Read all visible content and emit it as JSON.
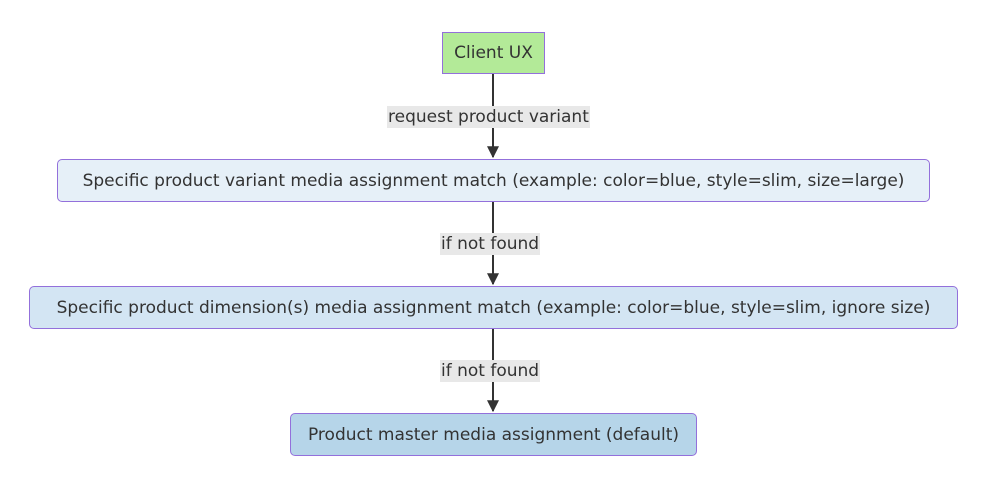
{
  "nodes": {
    "client": "Client UX",
    "variant_match": "Specific product variant media assignment match (example: color=blue, style=slim, size=large)",
    "dimension_match": "Specific product dimension(s) media assignment match (example: color=blue, style=slim, ignore size)",
    "master": "Product master media assignment (default)"
  },
  "edges": {
    "request": "request product variant",
    "not_found_1": "if not found",
    "not_found_2": "if not found"
  },
  "colors": {
    "client_fill": "#b3ea98",
    "variant_fill": "#e6f0f8",
    "dimension_fill": "#d3e5f3",
    "master_fill": "#b6d5e9",
    "node_border": "#9370DB",
    "edge": "#333333",
    "edge_label_bg": "#e8e8e8"
  }
}
